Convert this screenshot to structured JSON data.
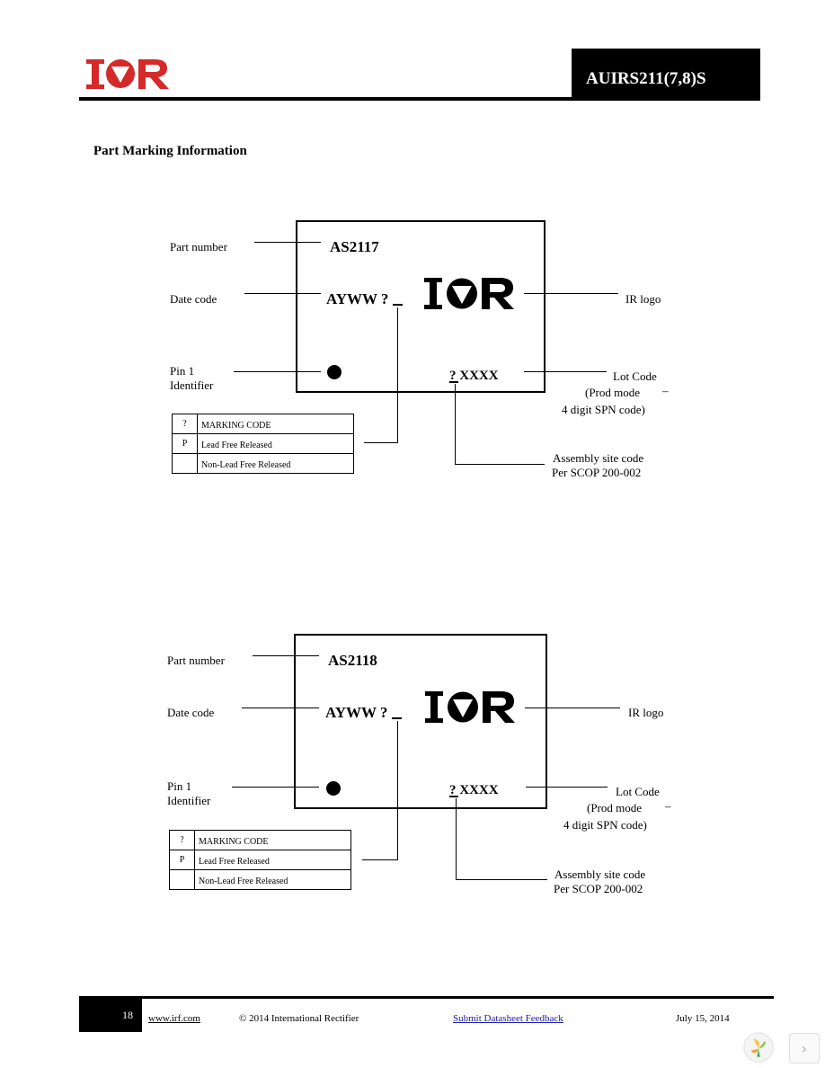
{
  "header": {
    "logo_text": "IOR",
    "doc_title": "AUIRS211(7,8)S",
    "brand_color": "#d42a2a"
  },
  "section_heading": "Part Marking Information",
  "diagrams": [
    {
      "part_number_label": "Part number",
      "date_code_label": "Date code",
      "pin1_label_line1": "Pin 1",
      "pin1_label_line2": "Identifier",
      "ir_logo_label": "IR logo",
      "lot_code_line1": "Lot Code",
      "lot_code_line2": "(Prod mode",
      "lot_code_dash": "–",
      "lot_code_line3": "4 digit SPN code)",
      "assembly_line1": "Assembly site code",
      "assembly_line2": "Per SCOP 200-002",
      "part_number": "AS2117",
      "date_code": "AYWW ?",
      "logo_text": "IOR",
      "lot_code": "? XXXX",
      "table": [
        {
          "code": "?",
          "desc": "MARKING CODE"
        },
        {
          "code": "P",
          "desc": "Lead Free Released"
        },
        {
          "code": "",
          "desc": "Non-Lead Free Released"
        }
      ]
    },
    {
      "part_number_label": "Part number",
      "date_code_label": "Date code",
      "pin1_label_line1": "Pin 1",
      "pin1_label_line2": "Identifier",
      "ir_logo_label": "IR logo",
      "lot_code_line1": "Lot Code",
      "lot_code_line2": "(Prod mode",
      "lot_code_dash": "–",
      "lot_code_line3": "4 digit SPN code)",
      "assembly_line1": "Assembly site code",
      "assembly_line2": "Per SCOP 200-002",
      "part_number": "AS2118",
      "date_code": "AYWW ?",
      "logo_text": "IOR",
      "lot_code": "? XXXX",
      "table": [
        {
          "code": "?",
          "desc": "MARKING CODE"
        },
        {
          "code": "P",
          "desc": "Lead Free Released"
        },
        {
          "code": "",
          "desc": "Non-Lead Free Released"
        }
      ]
    }
  ],
  "footer": {
    "page_number": "18",
    "website": "www.irf.com",
    "copyright": "© 2014 International Rectifier",
    "feedback_link": "Submit Datasheet Feedback",
    "date": "July 15, 2014"
  },
  "corner_widget": {
    "logo_icon": "yellow-flower-icon",
    "arrow_icon": "chevron-right-icon"
  }
}
